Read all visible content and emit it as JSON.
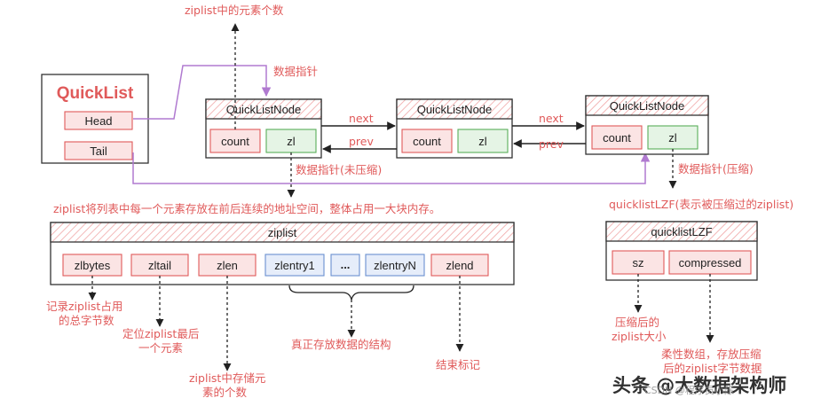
{
  "quicklist": {
    "title": "QuickList",
    "head": "Head",
    "tail": "Tail"
  },
  "nodes": [
    {
      "title": "QuickListNode",
      "count": "count",
      "zl": "zl"
    },
    {
      "title": "QuickListNode",
      "count": "count",
      "zl": "zl"
    },
    {
      "title": "QuickListNode",
      "count": "count",
      "zl": "zl"
    }
  ],
  "links": {
    "next": "next",
    "prev": "prev"
  },
  "annotations": {
    "element_count": "ziplist中的元素个数",
    "data_pointer": "数据指针",
    "data_pointer_uncompressed": "数据指针(未压缩)",
    "data_pointer_compressed": "数据指针(压缩)",
    "ziplist_desc": "ziplist将列表中每一个元素存放在前后连续的地址空间，整体占用一大块内存。",
    "lzf_desc": "quicklistLZF(表示被压缩过的ziplist)"
  },
  "ziplist": {
    "title": "ziplist",
    "fields": [
      "zlbytes",
      "zltail",
      "zlen",
      "zlentry1",
      "...",
      "zlentryN",
      "zlend"
    ]
  },
  "lzf": {
    "title": "quicklistLZF",
    "fields": [
      "sz",
      "compressed"
    ]
  },
  "notes": {
    "zlbytes": [
      "记录ziplist占用",
      "的总字节数"
    ],
    "zltail": [
      "定位ziplist最后",
      "一个元素"
    ],
    "zlen": [
      "ziplist中存储元",
      "素的个数"
    ],
    "entries": "真正存放数据的结构",
    "zlend": "结束标记",
    "sz": [
      "压缩后的",
      "ziplist大小"
    ],
    "compressed": [
      "柔性数组，存放压缩",
      "后的ziplist字节数据"
    ]
  },
  "watermark": {
    "main": "头条 @大数据架构师",
    "sub": "CSDN @程序员小陈"
  },
  "colors": {
    "red": "#e05a5a",
    "green": "#5aae5a",
    "purple": "#b07ad0",
    "blue": "#6a8fd0"
  }
}
